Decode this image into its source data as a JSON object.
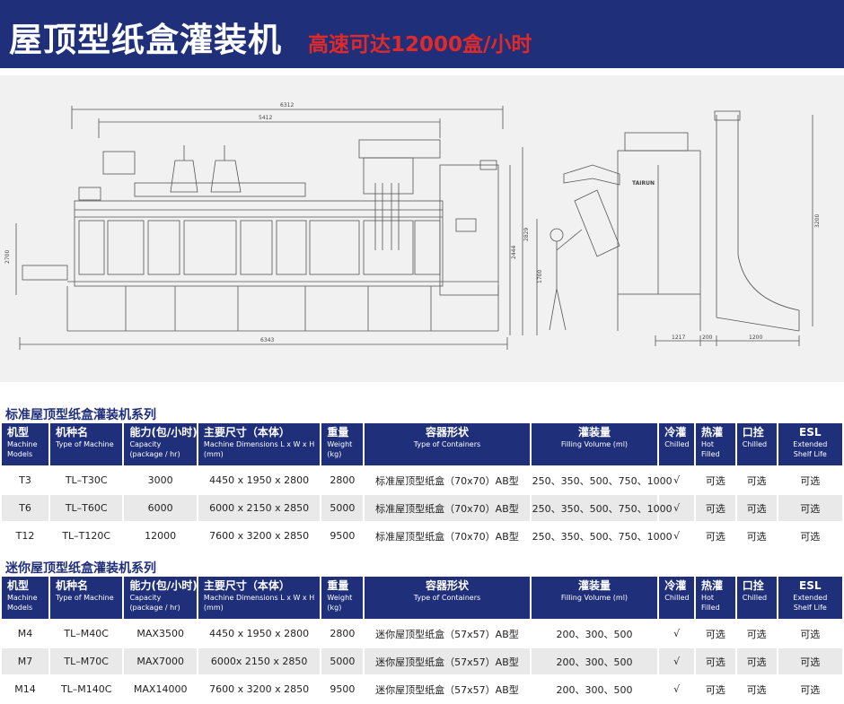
{
  "header": {
    "title": "屋顶型纸盒灌装机",
    "subtitle": "高速可达12000盒/小时"
  },
  "drawing": {
    "dimensions": {
      "overall_length": "6312",
      "inner_length": "5412",
      "base_length": "6343",
      "height_left": "2700",
      "height_mid": "2444",
      "height_mid2": "2829",
      "person_height": "1700",
      "elevator_height": "3200",
      "side_1": "1217",
      "side_2": "200",
      "side_3": "1200"
    },
    "brand": "TAIRUN"
  },
  "standard": {
    "title": "标准屋顶型纸盒灌装机系列",
    "headers": [
      {
        "zh": "机型",
        "en": "Machine Models"
      },
      {
        "zh": "机种名",
        "en": "Type of Machine"
      },
      {
        "zh": "能力(包/小时)",
        "en": "Capacity (package / hr)"
      },
      {
        "zh": "主要尺寸（本体）",
        "en": "Machine Dimensions L x W x H  (mm)"
      },
      {
        "zh": "重量",
        "en": "Weight (kg)"
      },
      {
        "zh": "容器形状",
        "en": "Type of Containers"
      },
      {
        "zh": "灌装量",
        "en": "Filling Volume (ml)"
      },
      {
        "zh": "冷灌",
        "en": "Chilled"
      },
      {
        "zh": "热灌",
        "en": "Hot Filled"
      },
      {
        "zh": "口拴",
        "en": "Chilled"
      },
      {
        "zh": "ESL",
        "en": "Extended Shelf Life"
      }
    ],
    "rows": [
      [
        "T3",
        "TL–T30C",
        "3000",
        "4450 x 1950 x 2800",
        "2800",
        "标准屋顶型纸盒（70x70）AB型",
        "250、350、500、750、1000",
        "√",
        "可选",
        "可选",
        "可选"
      ],
      [
        "T6",
        "TL–T60C",
        "6000",
        "6000 x 2150 x 2850",
        "5000",
        "标准屋顶型纸盒（70x70）AB型",
        "250、350、500、750、1000",
        "√",
        "可选",
        "可选",
        "可选"
      ],
      [
        "T12",
        "TL–T120C",
        "12000",
        "7600 x 3200 x 2850",
        "9500",
        "标准屋顶型纸盒（70x70）AB型",
        "250、350、500、750、1000",
        "√",
        "可选",
        "可选",
        "可选"
      ]
    ]
  },
  "mini": {
    "title": "迷你屋顶型纸盒灌装机系列",
    "headers": [
      {
        "zh": "机型",
        "en": "Machine Models"
      },
      {
        "zh": "机种名",
        "en": "Type of Machine"
      },
      {
        "zh": "能力(包/小时)",
        "en": "Capacity (package / hr)"
      },
      {
        "zh": "主要尺寸（本体）",
        "en": "Machine Dimensions L x W x H  (mm)"
      },
      {
        "zh": "重量",
        "en": "Weight (kg)"
      },
      {
        "zh": "容器形状",
        "en": "Type of Containers"
      },
      {
        "zh": "灌装量",
        "en": "Filling Volume (ml)"
      },
      {
        "zh": "冷灌",
        "en": "Chilled"
      },
      {
        "zh": "热灌",
        "en": "Hot Filled"
      },
      {
        "zh": "口拴",
        "en": "Chilled"
      },
      {
        "zh": "ESL",
        "en": "Extended Shelf Life"
      }
    ],
    "rows": [
      [
        "M4",
        "TL–M40C",
        "MAX3500",
        "4450 x 1950 x 2800",
        "2800",
        "迷你屋顶型纸盒（57x57）AB型",
        "200、300、500",
        "√",
        "可选",
        "可选",
        "可选"
      ],
      [
        "M7",
        "TL–M70C",
        "MAX7000",
        "6000x 2150 x 2850",
        "5000",
        "迷你屋顶型纸盒（57x57）AB型",
        "200、300、500",
        "√",
        "可选",
        "可选",
        "可选"
      ],
      [
        "M14",
        "TL–M140C",
        "MAX14000",
        "7600 x 3200 x 2850",
        "9500",
        "迷你屋顶型纸盒（57x57）AB型",
        "200、300、500",
        "√",
        "可选",
        "可选",
        "可选"
      ]
    ]
  }
}
